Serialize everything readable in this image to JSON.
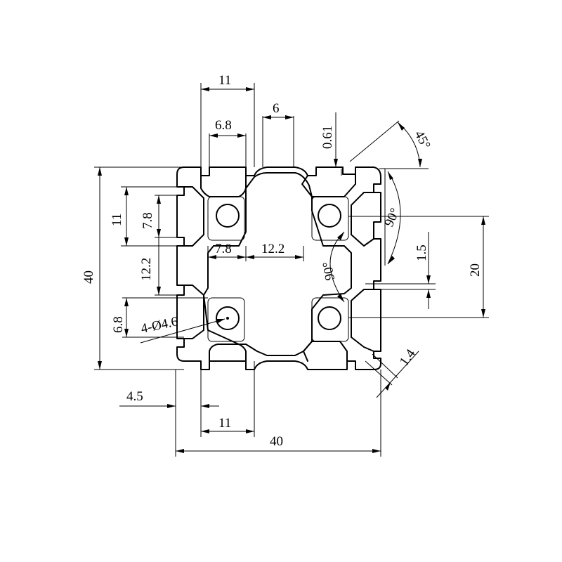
{
  "drawing": {
    "dimensions": {
      "top_slot_width": "11",
      "top_slot_opening": "6.8",
      "center_gap": "6",
      "web_thickness": "0.61",
      "angle_45": "45°",
      "angle_90_right": "90°",
      "angle_90_inner": "90°",
      "left_slot_width": "11",
      "left_slot_opening": "7.8",
      "inner_width_left": "7.8",
      "inner_width_center": "12.2",
      "left_inner_height": "12.2",
      "overall_height": "40",
      "right_lip": "1.5",
      "half_height": "20",
      "lower_slot_opening": "6.8",
      "hole_callout": "4-Ø4.6",
      "wall_thickness": "1.4",
      "edge_offset": "4.5",
      "bottom_slot_width": "11",
      "overall_width": "40"
    }
  }
}
